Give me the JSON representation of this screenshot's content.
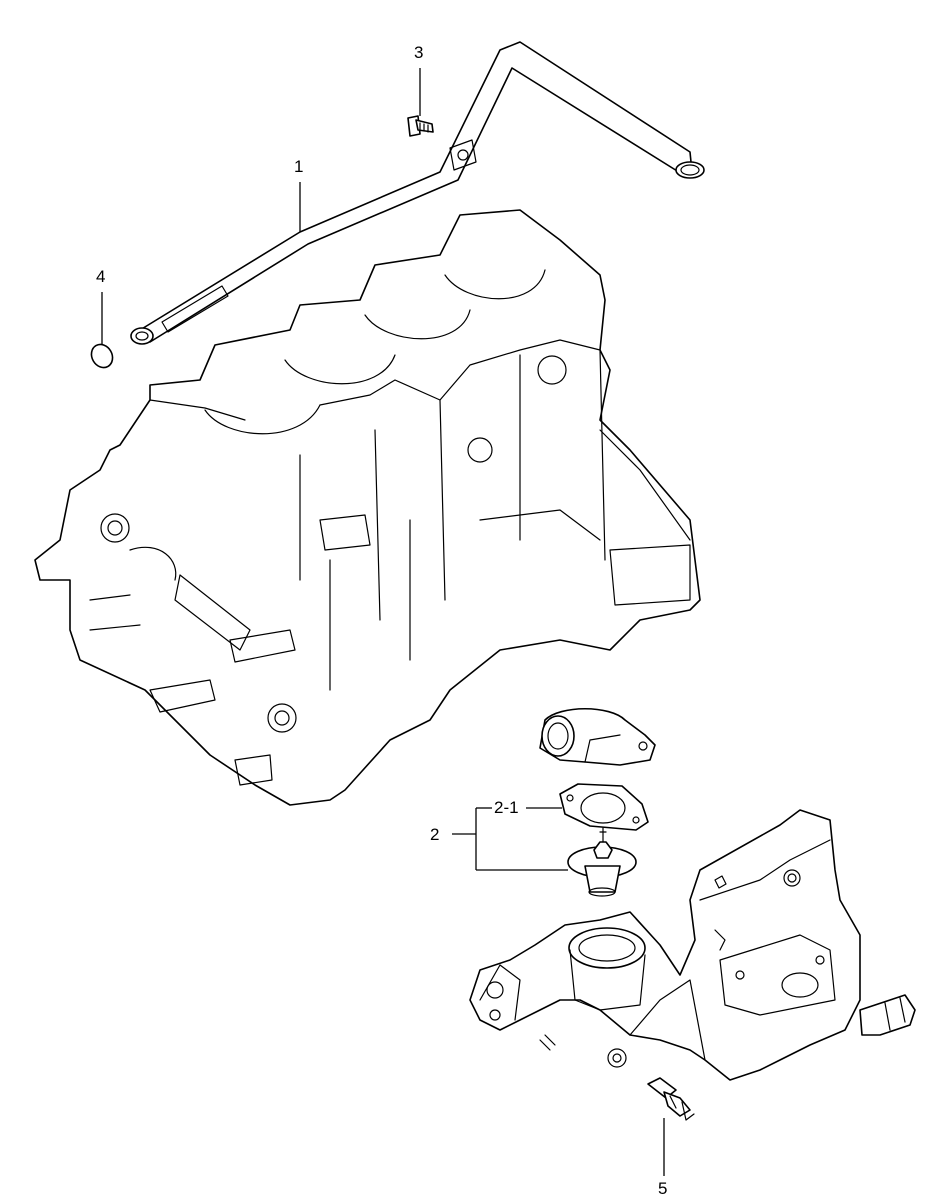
{
  "callouts": {
    "c1": "1",
    "c2": "2",
    "c2_1": "2-1",
    "c3": "3",
    "c4": "4",
    "c5": "5"
  }
}
